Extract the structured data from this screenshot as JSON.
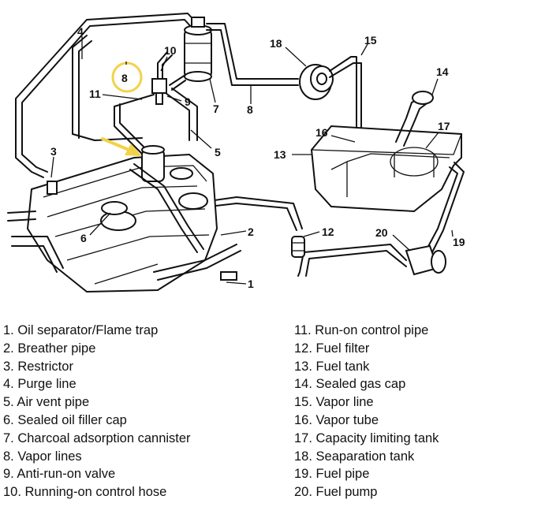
{
  "callouts": {
    "c1": "1",
    "c2": "2",
    "c3": "3",
    "c4": "4",
    "c5": "5",
    "c6": "6",
    "c7": "7",
    "c8a": "8",
    "c8b": "8",
    "c9": "9",
    "c10": "10",
    "c11": "11",
    "c12": "12",
    "c13": "13",
    "c14": "14",
    "c15": "15",
    "c16": "16",
    "c17": "17",
    "c18": "18",
    "c19": "19",
    "c20": "20"
  },
  "legend": {
    "left": [
      "1. Oil separator/Flame trap",
      "2. Breather pipe",
      "3. Restrictor",
      "4. Purge line",
      "5. Air vent pipe",
      "6. Sealed oil filler cap",
      "7. Charcoal adsorption cannister",
      "8. Vapor lines",
      "9. Anti-run-on valve",
      "10. Running-on control hose"
    ],
    "right": [
      "11. Run-on control pipe",
      "12. Fuel filter",
      "13. Fuel tank",
      "14. Sealed gas cap",
      "15. Vapor line",
      "16. Vapor tube",
      "17. Capacity limiting tank",
      "18. Seaparation tank",
      "19. Fuel pipe",
      "20. Fuel pump"
    ]
  },
  "colors": {
    "highlight_circle": "#f2d24b",
    "arrow": "#f2d24b",
    "line": "#111111"
  }
}
